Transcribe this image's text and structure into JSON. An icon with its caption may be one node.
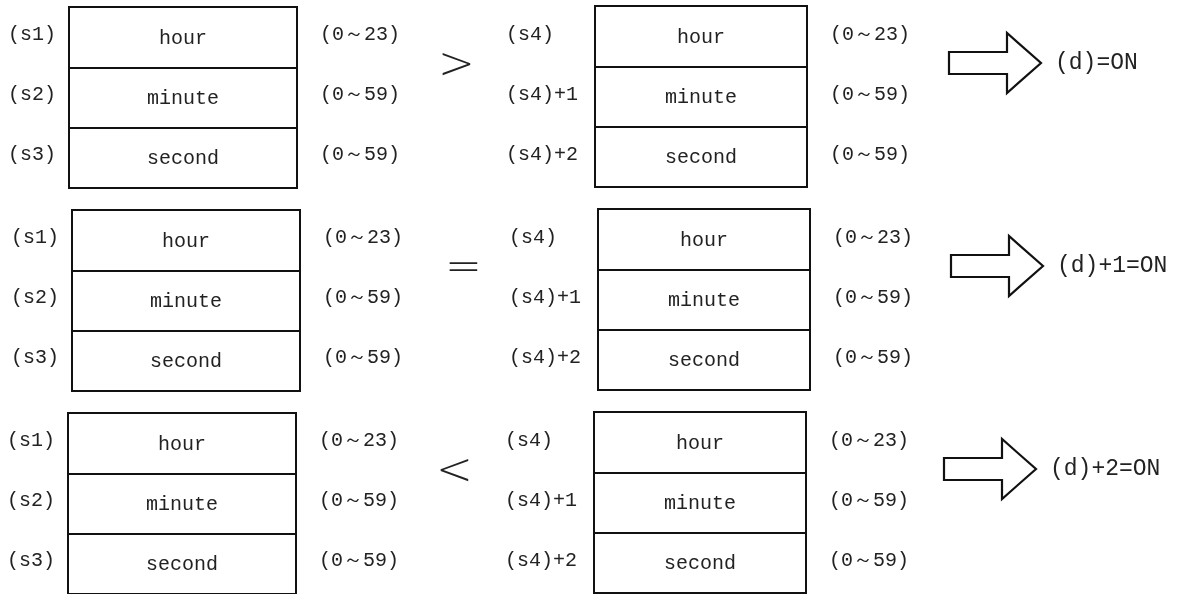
{
  "diagram": {
    "nodes": [
      {
        "text": [],
        "shape": "box"
      },
      {
        "text": [
          "hour"
        ],
        "in": 0
      },
      {
        "text": [
          "minute"
        ],
        "in": 0
      },
      {
        "text": [
          "second"
        ],
        "in": 0
      },
      {
        "text": [],
        "shape": "box"
      },
      {
        "text": [
          "hour"
        ],
        "in": 4
      },
      {
        "text": [
          "minute"
        ],
        "in": 4
      },
      {
        "text": [
          "second"
        ],
        "in": 4
      },
      {
        "text": [
          "(d)=ON"
        ]
      },
      {
        "text": [],
        "shape": "box"
      },
      {
        "text": [
          "hour"
        ],
        "in": 9
      },
      {
        "text": [
          "minute"
        ],
        "in": 9
      },
      {
        "text": [
          "second"
        ],
        "in": 9
      },
      {
        "text": [],
        "shape": "box"
      },
      {
        "text": [
          "hour"
        ],
        "in": 13
      },
      {
        "text": [
          "minute"
        ],
        "in": 13
      },
      {
        "text": [
          "second"
        ],
        "in": 13
      },
      {
        "text": [
          "(d)+1=ON"
        ]
      },
      {
        "text": [],
        "shape": "box"
      },
      {
        "text": [
          "hour"
        ],
        "in": 18
      },
      {
        "text": [
          "minute"
        ],
        "in": 18
      },
      {
        "text": [
          "second"
        ],
        "in": 18
      },
      {
        "text": [],
        "shape": "box"
      },
      {
        "text": [
          "hour"
        ],
        "in": 22
      },
      {
        "text": [
          "minute"
        ],
        "in": 22
      },
      {
        "text": [
          "second"
        ],
        "in": 22
      },
      {
        "text": [
          "(d)+2=ON"
        ]
      }
    ],
    "edges": [
      {
        "from": null,
        "to": 8,
        "arrow": "to",
        "style": "thick"
      },
      {
        "from": null,
        "to": 17,
        "arrow": "to",
        "style": "thick"
      },
      {
        "from": null,
        "to": 26,
        "arrow": "to",
        "style": "thick"
      }
    ],
    "labels": [
      "(s1)",
      "(0～23)",
      ">",
      "(s4)",
      "(0～23)",
      "(s2)",
      "(0～59)",
      "(s4)+1",
      "(0～59)",
      "(s3)",
      "(0～59)",
      "(s4)+2",
      "(0～59)",
      "(s1)",
      "(0～23)",
      "=",
      "(s4)",
      "(0～23)",
      "(s2)",
      "(0～59)",
      "(s4)+1",
      "(0～59)",
      "(s3)",
      "(0～59)",
      "(s4)+2",
      "(0～59)",
      "(s1)",
      "(0～23)",
      "<",
      "(s4)",
      "(0～23)",
      "(s2)",
      "(0～59)",
      "(s4)+1",
      "(0～59)",
      "(s3)",
      "(0～59)",
      "(s4)+2",
      "(0～59)"
    ]
  }
}
